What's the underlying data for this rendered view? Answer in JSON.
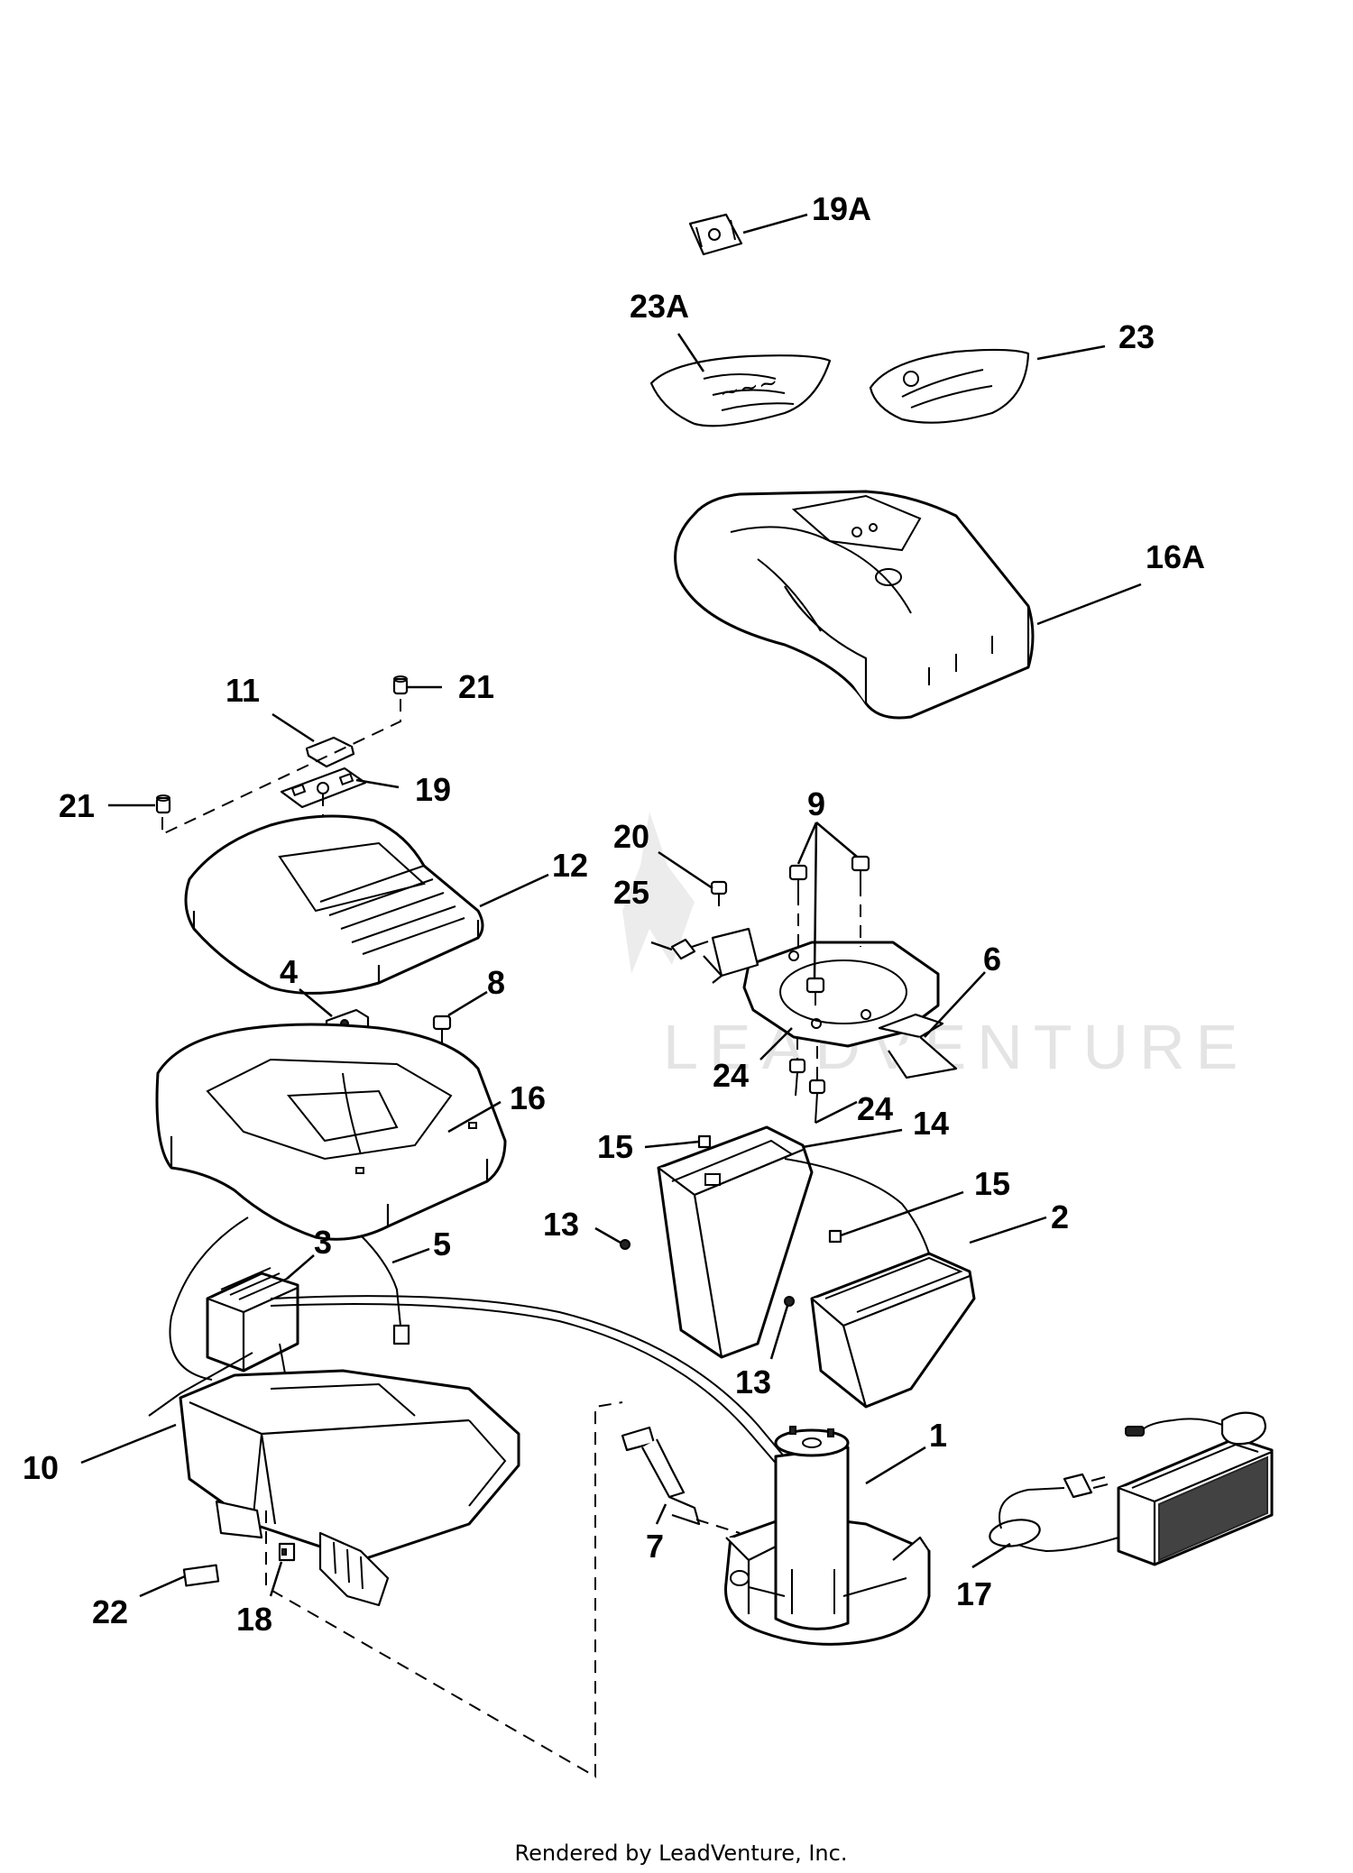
{
  "diagram": {
    "callouts": [
      {
        "id": "c-19A",
        "text": "19A"
      },
      {
        "id": "c-23A",
        "text": "23A"
      },
      {
        "id": "c-23",
        "text": "23"
      },
      {
        "id": "c-16A",
        "text": "16A"
      },
      {
        "id": "c-11",
        "text": "11"
      },
      {
        "id": "c-21a",
        "text": "21"
      },
      {
        "id": "c-21b",
        "text": "21"
      },
      {
        "id": "c-19",
        "text": "19"
      },
      {
        "id": "c-12",
        "text": "12"
      },
      {
        "id": "c-20",
        "text": "20"
      },
      {
        "id": "c-9",
        "text": "9"
      },
      {
        "id": "c-25",
        "text": "25"
      },
      {
        "id": "c-6",
        "text": "6"
      },
      {
        "id": "c-4",
        "text": "4"
      },
      {
        "id": "c-8",
        "text": "8"
      },
      {
        "id": "c-16",
        "text": "16"
      },
      {
        "id": "c-24a",
        "text": "24"
      },
      {
        "id": "c-24b",
        "text": "24"
      },
      {
        "id": "c-14",
        "text": "14"
      },
      {
        "id": "c-15a",
        "text": "15"
      },
      {
        "id": "c-15b",
        "text": "15"
      },
      {
        "id": "c-13a",
        "text": "13"
      },
      {
        "id": "c-13b",
        "text": "13"
      },
      {
        "id": "c-2",
        "text": "2"
      },
      {
        "id": "c-3",
        "text": "3"
      },
      {
        "id": "c-5",
        "text": "5"
      },
      {
        "id": "c-10",
        "text": "10"
      },
      {
        "id": "c-1",
        "text": "1"
      },
      {
        "id": "c-7",
        "text": "7"
      },
      {
        "id": "c-17",
        "text": "17"
      },
      {
        "id": "c-22",
        "text": "22"
      },
      {
        "id": "c-18",
        "text": "18"
      }
    ],
    "watermark": "LEADVENTURE",
    "footer": "Rendered by LeadVenture, Inc."
  }
}
